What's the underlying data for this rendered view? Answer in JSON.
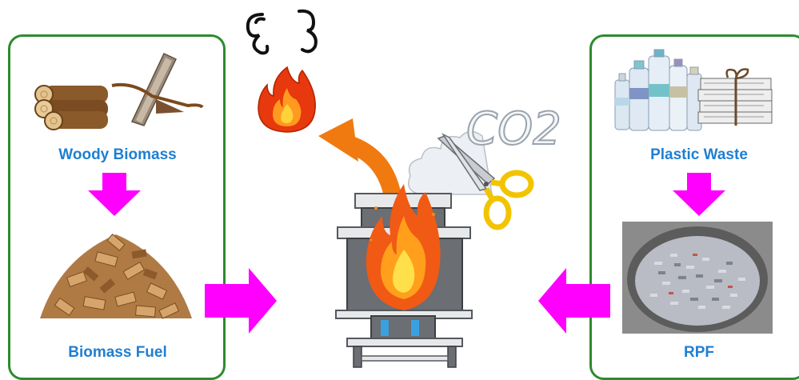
{
  "diagram": {
    "left_panel": {
      "top_label": "Woody Biomass",
      "bottom_label": "Biomass Fuel"
    },
    "right_panel": {
      "top_label": "Plastic Waste",
      "bottom_label": "RPF"
    },
    "co2_label": "CO2",
    "colors": {
      "panel_border": "#2e8b2e",
      "label_text": "#1f7fd1",
      "arrow_magenta": "#ff00ff",
      "arrow_orange": "#f07a10",
      "stove_gray": "#6b6e73"
    }
  }
}
